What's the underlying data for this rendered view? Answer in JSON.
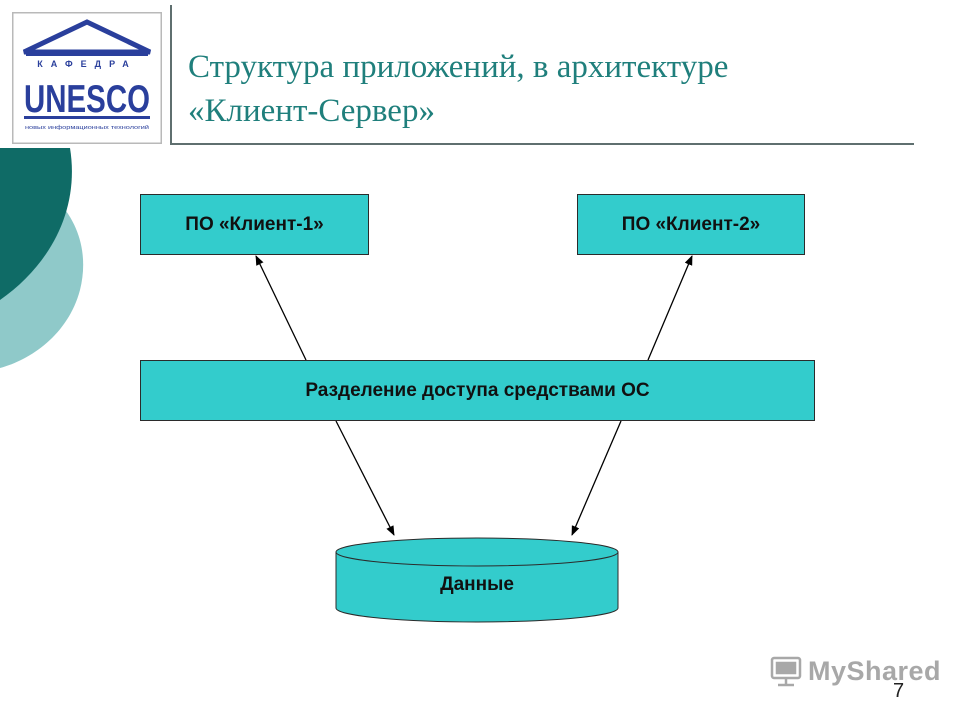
{
  "slide": {
    "title_line1": "Структура приложений, в архитектуре",
    "title_line2": "«Клиент-Сервер»",
    "page_number": "7"
  },
  "logo": {
    "text_main": "UNESCO",
    "text_top": "КАФЕДРА",
    "text_bottom": "новых информационных технологий"
  },
  "diagram": {
    "client1": "ПО «Клиент-1»",
    "client2": "ПО «Клиент-2»",
    "access_layer": "Разделение доступа средствами ОС",
    "storage": "Данные"
  },
  "watermark": {
    "brand": "MyShared"
  },
  "colors": {
    "box_fill": "#33cccc",
    "title": "#1f7f7c",
    "deco_dark": "#0f6b66",
    "deco_light": "#8fc9c9",
    "logo_blue": "#2a3f9c"
  }
}
